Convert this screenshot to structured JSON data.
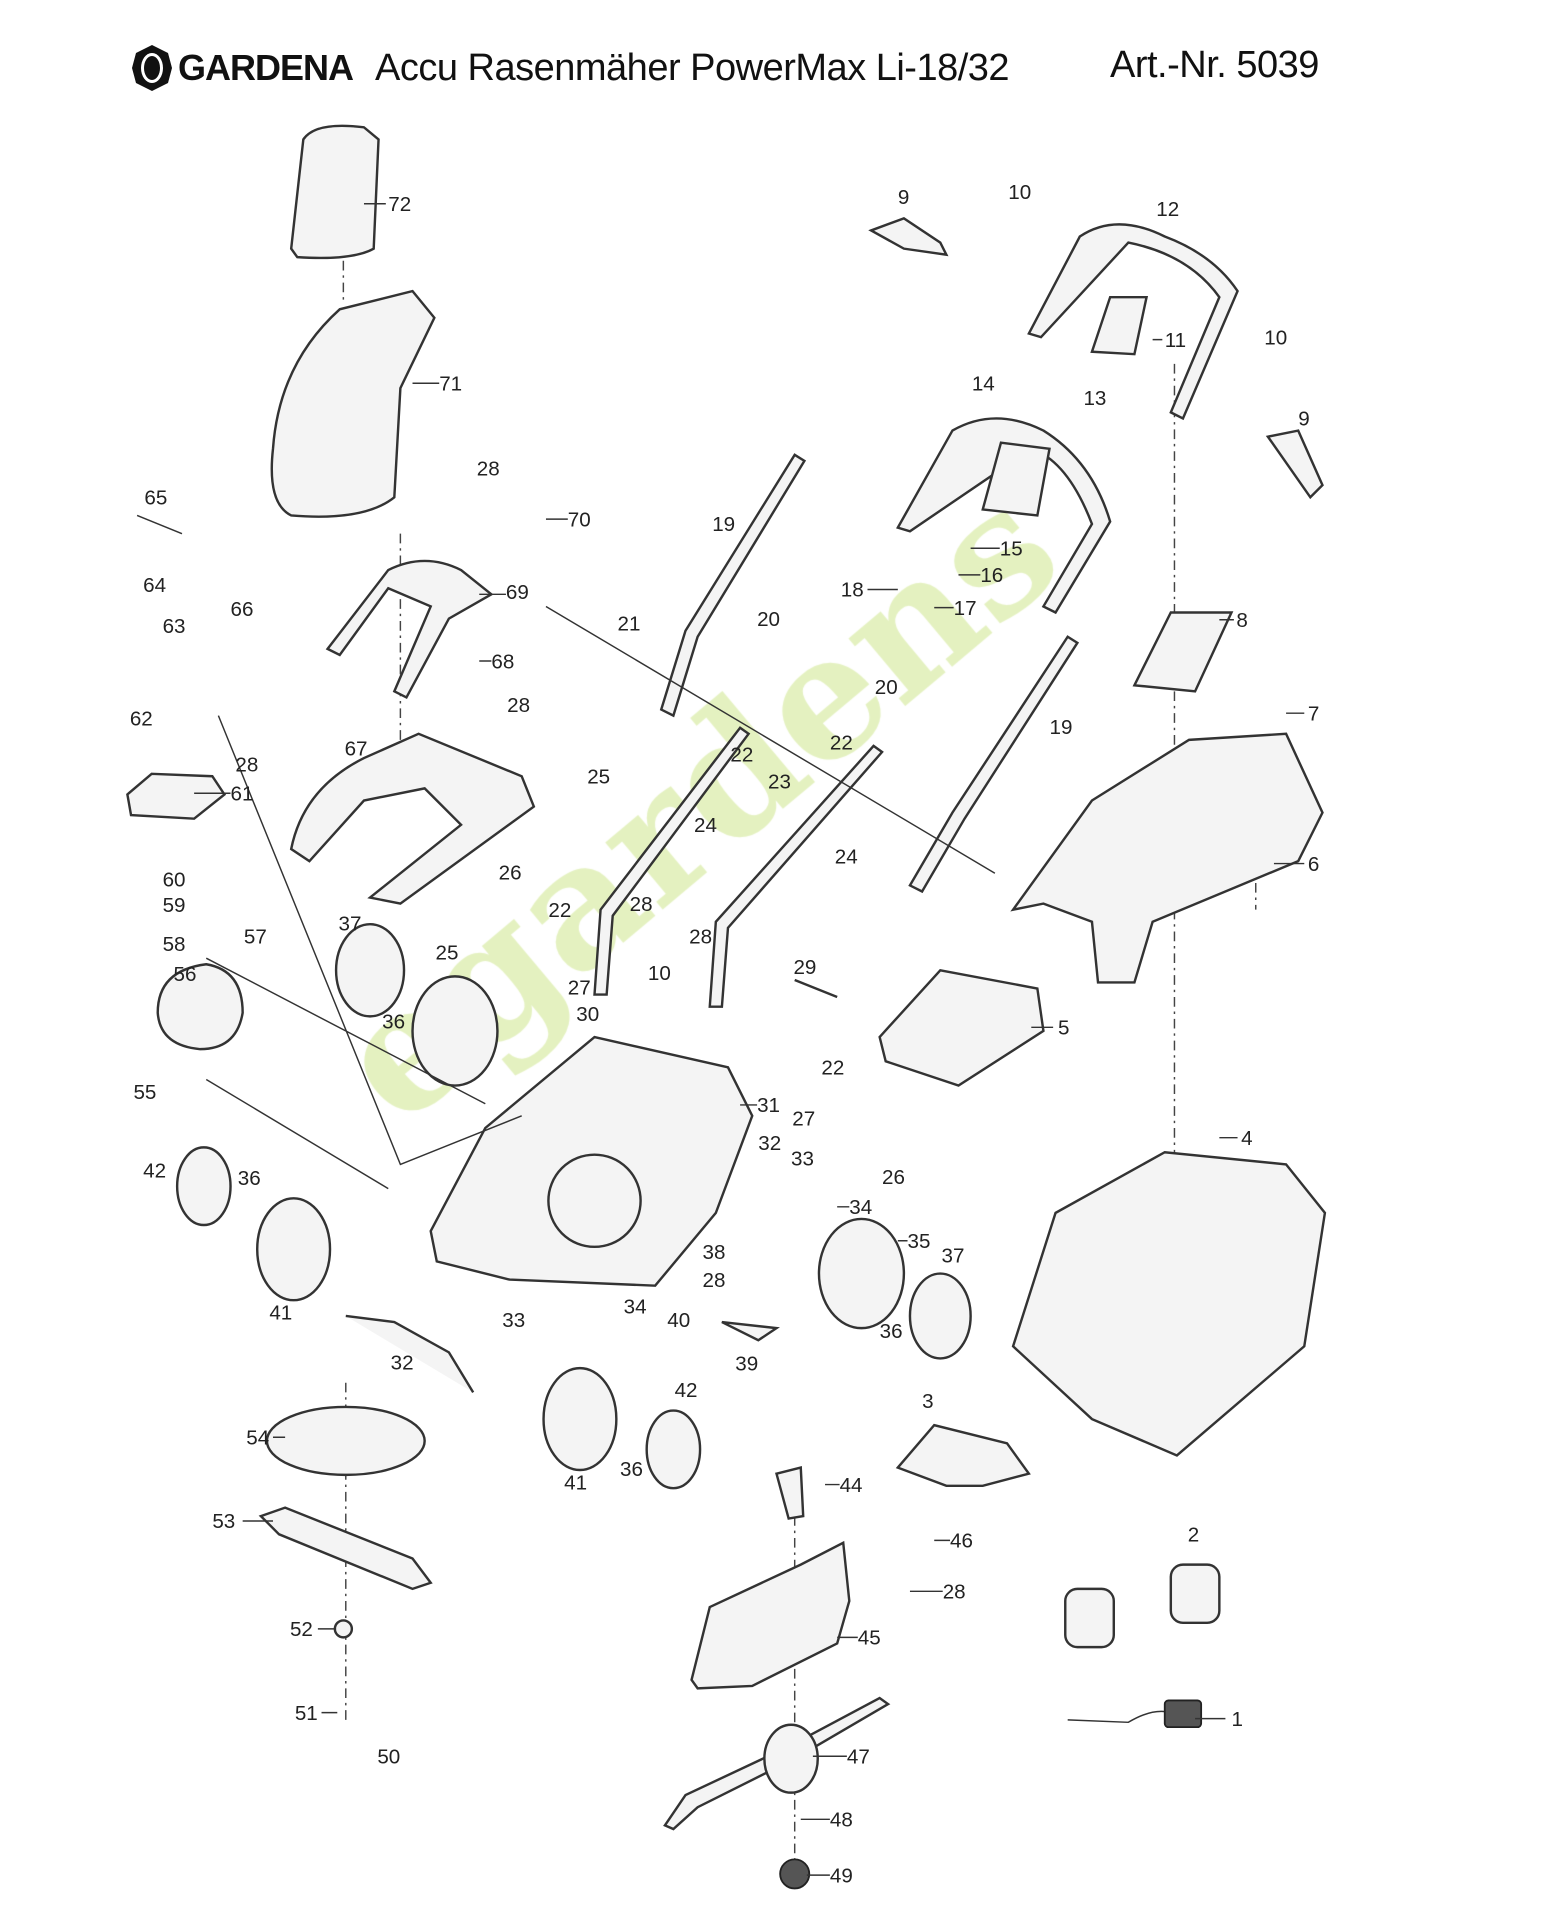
{
  "header": {
    "brand": "GARDENA",
    "title": "Accu Rasenmäher PowerMax Li-18/32",
    "article": "Art.-Nr. 5039"
  },
  "watermark": "egardens",
  "colors": {
    "line": "#333333",
    "watermark": "#cde68c"
  },
  "parts": [
    "72",
    "71",
    "9",
    "10",
    "12",
    "11",
    "10",
    "14",
    "13",
    "9",
    "28",
    "70",
    "65",
    "19",
    "15",
    "16",
    "18",
    "17",
    "64",
    "66",
    "69",
    "63",
    "21",
    "20",
    "8",
    "68",
    "20",
    "7",
    "28",
    "62",
    "19",
    "28",
    "67",
    "22",
    "22",
    "23",
    "25",
    "61",
    "24",
    "24",
    "6",
    "60",
    "26",
    "22",
    "59",
    "28",
    "58",
    "57",
    "37",
    "25",
    "28",
    "10",
    "29",
    "56",
    "27",
    "36",
    "30",
    "5",
    "55",
    "22",
    "31",
    "27",
    "4",
    "32",
    "26",
    "33",
    "42",
    "36",
    "34",
    "35",
    "38",
    "37",
    "28",
    "41",
    "33",
    "34",
    "40",
    "36",
    "39",
    "32",
    "3",
    "42",
    "54",
    "41",
    "36",
    "44",
    "53",
    "46",
    "2",
    "28",
    "52",
    "45",
    "51",
    "1",
    "50",
    "47",
    "48",
    "49"
  ]
}
